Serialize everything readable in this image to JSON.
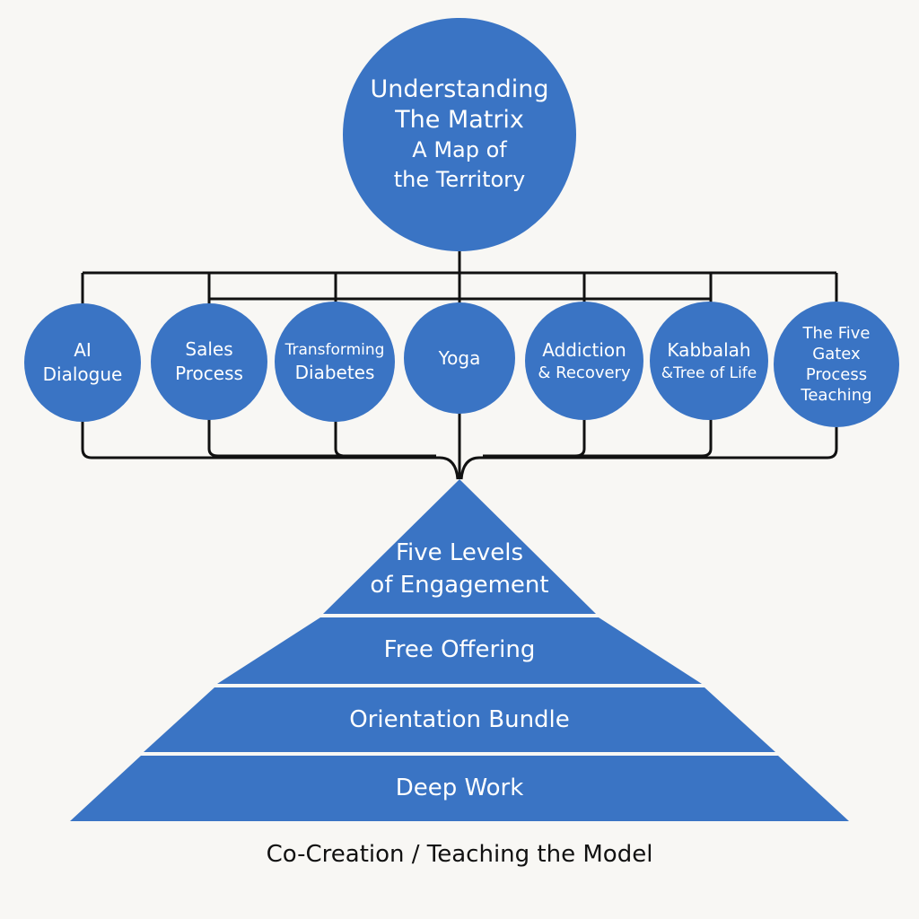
{
  "colors": {
    "fill": "#3a74c4",
    "text": "#ffffff",
    "line": "#111111",
    "background": "#f8f7f4"
  },
  "root": {
    "line1": "Understanding",
    "line2": "The Matrix",
    "line3": "A Map of",
    "line4": "the Territory"
  },
  "branches": [
    {
      "lines": [
        "AI",
        "Dialogue"
      ]
    },
    {
      "lines": [
        "Sales",
        "Process"
      ]
    },
    {
      "lines": [
        "Transforming",
        "Diabetes"
      ]
    },
    {
      "lines": [
        "Yoga"
      ]
    },
    {
      "lines": [
        "Addiction",
        "& Recovery"
      ]
    },
    {
      "lines": [
        "Kabbalah",
        "&Tree of Life"
      ]
    },
    {
      "lines": [
        "The Five",
        "Gatex",
        "Process",
        "Teaching"
      ]
    }
  ],
  "pyramid": {
    "tiers": [
      {
        "line1": "Five Levels",
        "line2": "of Engagement"
      },
      {
        "line1": "Free Offering"
      },
      {
        "line1": "Orientation Bundle"
      },
      {
        "line1": "Deep Work"
      }
    ]
  },
  "caption": "Co-Creation / Teaching the Model"
}
